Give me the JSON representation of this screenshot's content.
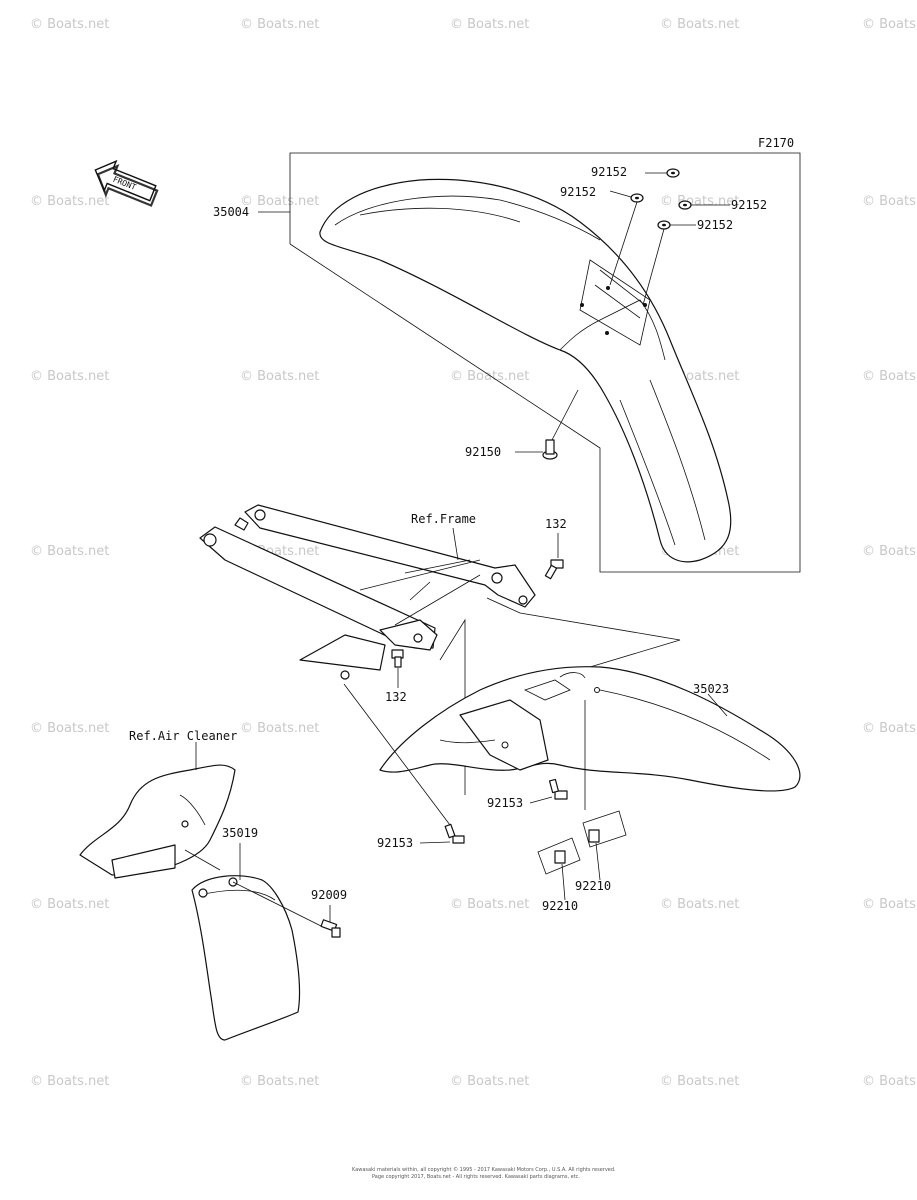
{
  "figure_code": "F2170",
  "front_arrow": {
    "text": "FRONT",
    "icon": "front-direction-arrow-icon"
  },
  "callouts": {
    "front_fender": "35004",
    "washer_1": "92152",
    "washer_2": "92152",
    "washer_3": "92152",
    "washer_4": "92152",
    "front_bolt": "92150",
    "ref_frame": "Ref.Frame",
    "bolt_132_upper": "132",
    "bolt_132_lower": "132",
    "rear_fender": "35023",
    "ref_air_cleaner": "Ref.Air Cleaner",
    "mud_flap": "35019",
    "flap_bolt": "92009",
    "rear_bolt_right": "92153",
    "rear_bolt_left": "92153",
    "nut_right": "92210",
    "nut_left": "92210"
  },
  "watermark_text": "© Boats.net",
  "footer_line_1": "Kawasaki materials within, all copyright © 1995 - 2017 Kawasaki Motors Corp., U.S.A. All rights reserved.",
  "footer_line_2": "Page copyright 2017, Boats.net - All rights reserved. Kawasaki parts diagrams, etc."
}
